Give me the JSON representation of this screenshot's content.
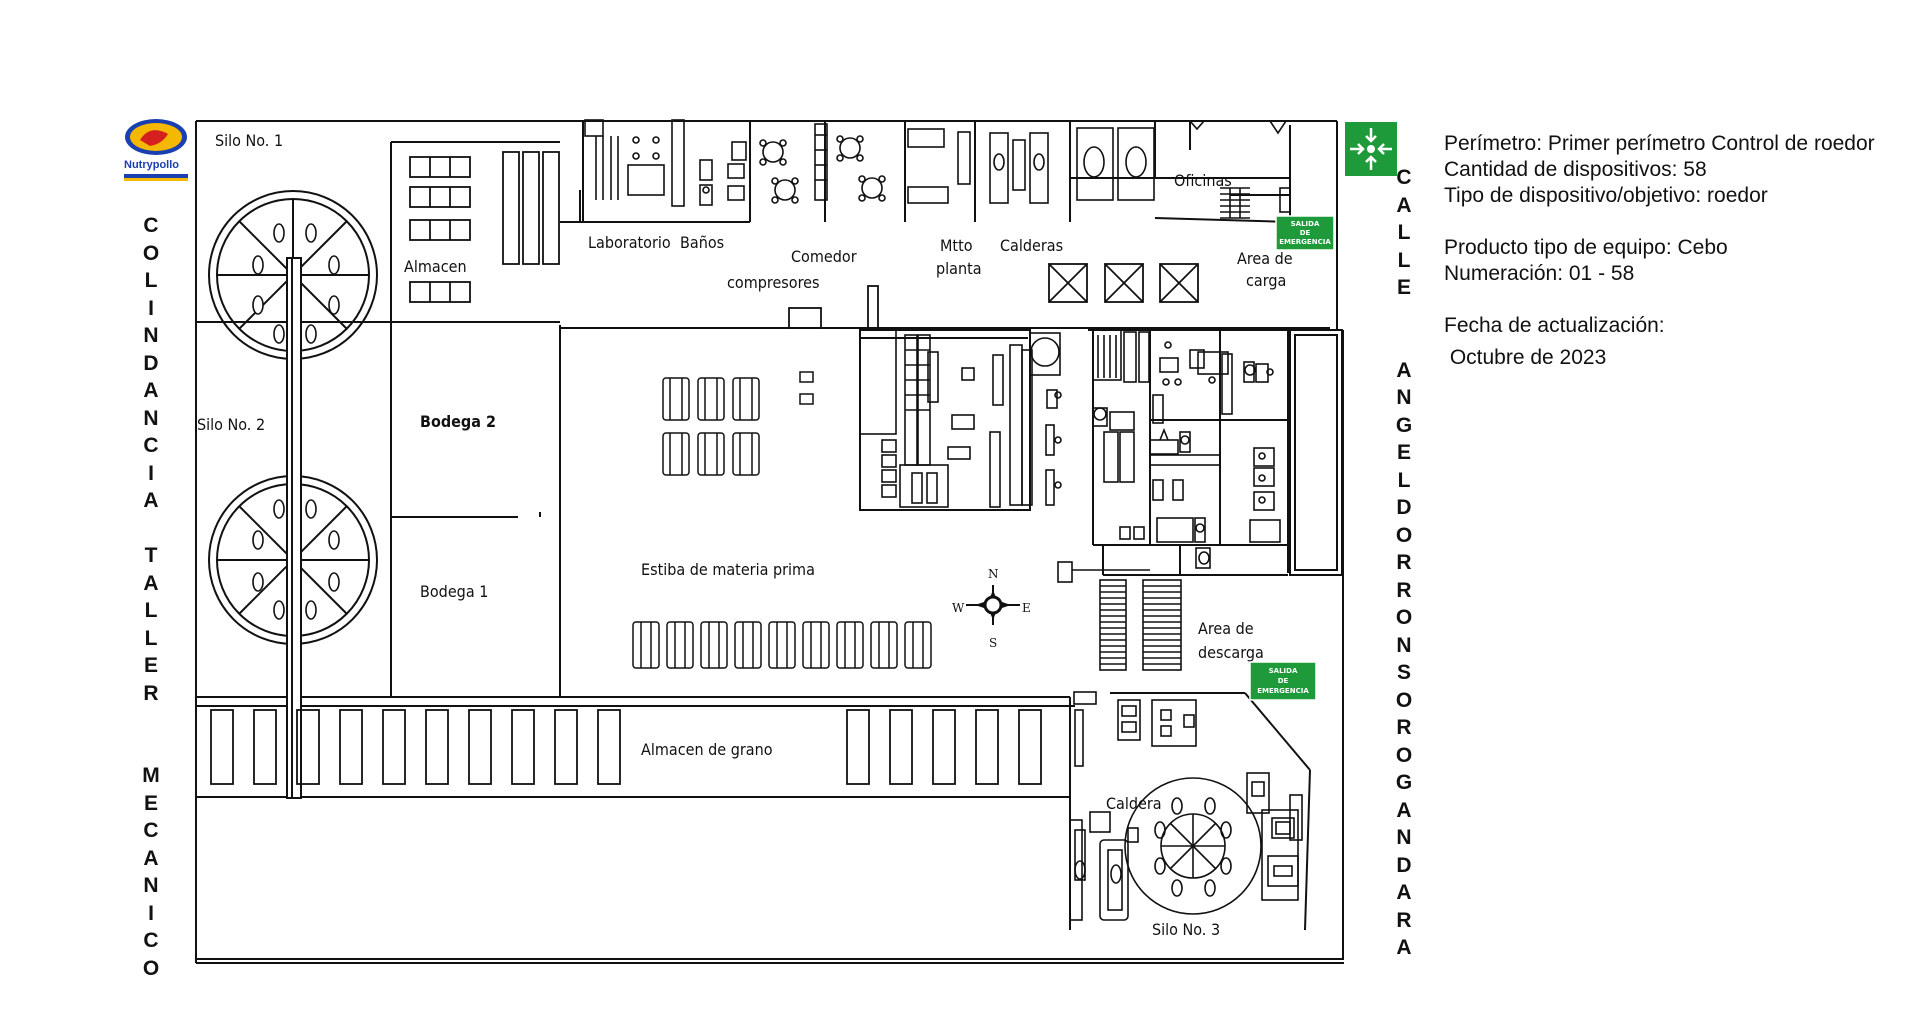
{
  "logo": {
    "text": "Nutrypollo"
  },
  "labels": {
    "silo1": "Silo No. 1",
    "silo2": "Silo No. 2",
    "silo3": "Silo No. 3",
    "almacen": "Almacen",
    "laboratorio": "Laboratorio",
    "banos": "Baños",
    "comedor": "Comedor",
    "compresores": "compresores",
    "mtto": "Mtto",
    "planta": "planta",
    "calderas": "Calderas",
    "oficinas": "Oficinas",
    "area_carga_1": "Area de",
    "area_carga_2": "carga",
    "bodega2": "Bodega 2",
    "bodega1": "Bodega 1",
    "estiba": "Estiba de materia prima",
    "area_descarga_1": "Area de",
    "area_descarga_2": "descarga",
    "almacen_grano": "Almacen de grano",
    "caldera": "Caldera",
    "compass_n": "N",
    "compass_s": "S",
    "compass_e": "E",
    "compass_w": "W"
  },
  "exit_signs": [
    {
      "line1": "SALIDA",
      "line2": "DE",
      "line3": "EMERGENCIA"
    },
    {
      "line1": "SALIDA",
      "line2": "DE",
      "line3": "EMERGENCIA"
    }
  ],
  "streets": {
    "left": [
      "C",
      "O",
      "L",
      "I",
      "N",
      "D",
      "A",
      "N",
      "C",
      "I",
      "A",
      " ",
      "T",
      "A",
      "L",
      "L",
      "E",
      "R",
      " ",
      " ",
      "M",
      "E",
      "C",
      "A",
      "N",
      "I",
      "C",
      "O"
    ],
    "right": [
      "C",
      "A",
      "L",
      "L",
      "E",
      " ",
      " ",
      "A",
      "N",
      "G",
      "E",
      "L",
      "D",
      "O",
      "R",
      "R",
      "O",
      "N",
      "S",
      "O",
      "R",
      "O",
      "G",
      "A",
      "N",
      "D",
      "A",
      "R",
      "A"
    ]
  },
  "info": {
    "perimetro": "Perímetro: Primer perímetro Control de roedor",
    "cantidad": "Cantidad de dispositivos:  58",
    "tipo": "Tipo de dispositivo/objetivo: roedor",
    "producto": "Producto tipo de equipo: Cebo",
    "numeracion": "Numeración: 01 - 58",
    "fecha_label": "Fecha de actualización:",
    "fecha_valor": " Octubre de 2023"
  },
  "colors": {
    "ink": "#111111",
    "exit_green": "#1e9a3a",
    "logo_blue": "#1a3fb0",
    "logo_red": "#d62020",
    "logo_yellow": "#f5b800"
  }
}
